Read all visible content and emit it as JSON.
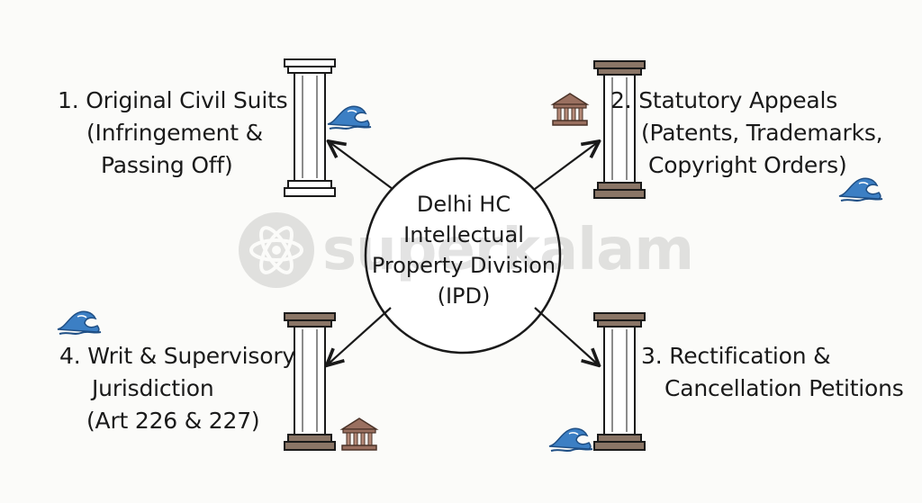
{
  "center": {
    "lines": [
      "Delhi HC",
      "Intellectual",
      "Property Division",
      "(IPD)"
    ]
  },
  "pillars": [
    {
      "lines": [
        "1. Original Civil Suits",
        "(Infringement &",
        "Passing Off)"
      ]
    },
    {
      "lines": [
        "2.  Statutory Appeals",
        "(Patents, Trademarks,",
        "Copyright Orders)"
      ]
    },
    {
      "lines": [
        "3. Rectification &",
        "Cancellation Petitions"
      ]
    },
    {
      "lines": [
        "4. Writ & Supervisory",
        "Jurisdiction",
        "(Art 226 & 227)"
      ]
    }
  ],
  "watermark": {
    "text": "superkalam"
  },
  "icons": {
    "pillar": "pillar-icon",
    "wave": "wave-icon",
    "courthouse": "courthouse-icon",
    "logo": "atom-logo-icon"
  },
  "colors": {
    "ink": "#1a1a1a",
    "pillar_light": "#ffffff",
    "pillar_brown": "#8a7566",
    "wave_blue": "#3c7fc4",
    "court_brown": "#9a7060"
  }
}
